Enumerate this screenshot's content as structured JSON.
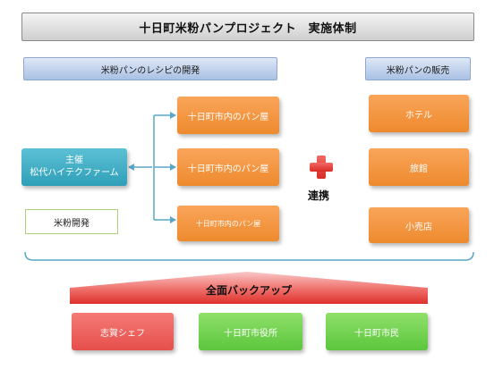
{
  "title": "十日町米粉パンプロジェクト　実施体制",
  "left_header": "米粉パンのレシピの開発",
  "right_header": "米粉パンの販売",
  "organizer": {
    "line1": "主催",
    "line2": "松代ハイテクファーム"
  },
  "rice_flour_dev": "米粉開発",
  "bakeries": [
    "十日町市内のパン屋",
    "十日町市内のパン屋",
    "十日町市内のパン屋"
  ],
  "partnership": "連携",
  "sales": [
    "ホテル",
    "旅館",
    "小売店"
  ],
  "backup_label": "全面バックアップ",
  "supporters": [
    "志賀シェフ",
    "十日町市役所",
    "十日町市民"
  ],
  "colors": {
    "orange": "#ee8a2e",
    "teal": "#2f9fb9",
    "red_cross": "#e8403c",
    "arrow": "#5aa7c6",
    "backup_gradient_top": "#f7b6b6",
    "backup_gradient_bottom": "#e0332f"
  },
  "icons": {
    "partnership": "plus-cross-icon"
  }
}
